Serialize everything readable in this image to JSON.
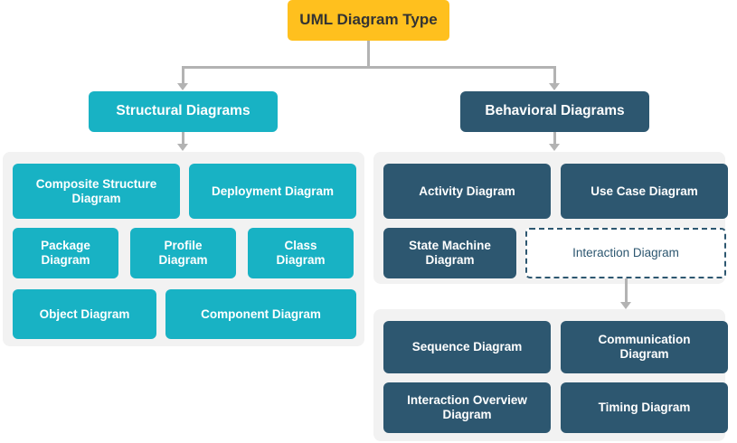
{
  "diagram": {
    "title": "UML Diagram Type",
    "root": {
      "label": "UML Diagram Type",
      "color": "#ffc01e",
      "text_color": "#333333"
    },
    "branches": [
      {
        "label": "Structural Diagrams",
        "color": "#18b2c4",
        "panel_color": "#f2f2f2",
        "children": [
          {
            "label": "Composite Structure\nDiagram"
          },
          {
            "label": "Deployment Diagram"
          },
          {
            "label": "Package\nDiagram"
          },
          {
            "label": "Profile\nDiagram"
          },
          {
            "label": "Class\nDiagram"
          },
          {
            "label": "Object Diagram"
          },
          {
            "label": "Component Diagram"
          }
        ]
      },
      {
        "label": "Behavioral Diagrams",
        "color": "#2d5770",
        "panel_color": "#f2f2f2",
        "children": [
          {
            "label": "Activity Diagram"
          },
          {
            "label": "Use Case Diagram"
          },
          {
            "label": "State Machine\nDiagram"
          },
          {
            "label": "Interaction Diagram",
            "style": "dashed",
            "highlighted": true
          }
        ]
      }
    ],
    "interaction_children": [
      {
        "label": "Sequence Diagram"
      },
      {
        "label": "Communication\nDiagram"
      },
      {
        "label": "Interaction Overview\nDiagram"
      },
      {
        "label": "Timing Diagram"
      }
    ],
    "connector_color": "#b3b3b3"
  }
}
